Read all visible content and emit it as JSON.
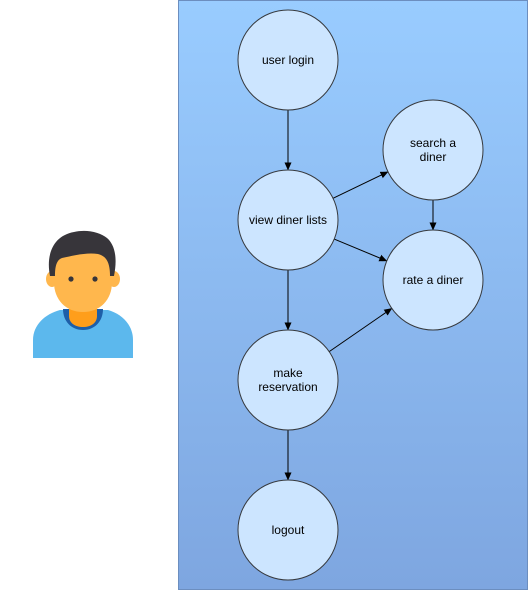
{
  "colors": {
    "panel_top": "#99ccff",
    "panel_bottom": "#7ea6e0",
    "panel_border": "#6c8ebf",
    "node_fill": "#cce5ff",
    "node_stroke": "#36393d",
    "edge": "#000000",
    "skin": "#ffb74d",
    "hair": "#37353a",
    "shirt": "#5cb8ed",
    "collar": "#1e5fa8",
    "neck": "#ff9e1b"
  },
  "actor": {
    "icon": "user-avatar-icon"
  },
  "nodes": [
    {
      "id": "user_login",
      "lines": [
        "user login"
      ]
    },
    {
      "id": "view_diner_lists",
      "lines": [
        "view diner lists"
      ]
    },
    {
      "id": "search_diner",
      "lines": [
        "search a",
        "diner"
      ]
    },
    {
      "id": "rate_diner",
      "lines": [
        "rate a diner"
      ]
    },
    {
      "id": "make_reservation",
      "lines": [
        "make",
        "reservation"
      ]
    },
    {
      "id": "logout",
      "lines": [
        "logout"
      ]
    }
  ],
  "edges": [
    {
      "from": "user_login",
      "to": "view_diner_lists"
    },
    {
      "from": "view_diner_lists",
      "to": "search_diner"
    },
    {
      "from": "view_diner_lists",
      "to": "rate_diner"
    },
    {
      "from": "search_diner",
      "to": "rate_diner"
    },
    {
      "from": "view_diner_lists",
      "to": "make_reservation"
    },
    {
      "from": "make_reservation",
      "to": "rate_diner"
    },
    {
      "from": "make_reservation",
      "to": "logout"
    }
  ]
}
